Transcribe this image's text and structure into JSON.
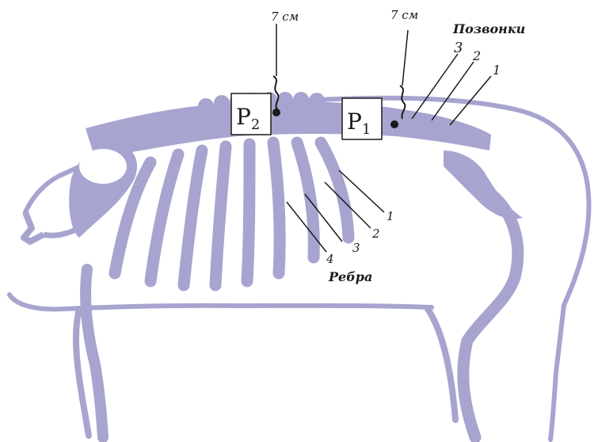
{
  "diagram": {
    "measure_left": "7 см",
    "measure_right": "7 см",
    "vertebrae_label": "Позвонки",
    "ribs_label": "Ребра",
    "points": [
      {
        "main": "P",
        "sub": "2"
      },
      {
        "main": "P",
        "sub": "1"
      }
    ],
    "vertebra_numbers": [
      "3",
      "2",
      "1"
    ],
    "rib_numbers": [
      "1",
      "2",
      "3",
      "4"
    ],
    "colors": {
      "skeleton": "#a7a5cf",
      "outline": "#a7a5cf",
      "ink": "#1a1a1a"
    }
  }
}
